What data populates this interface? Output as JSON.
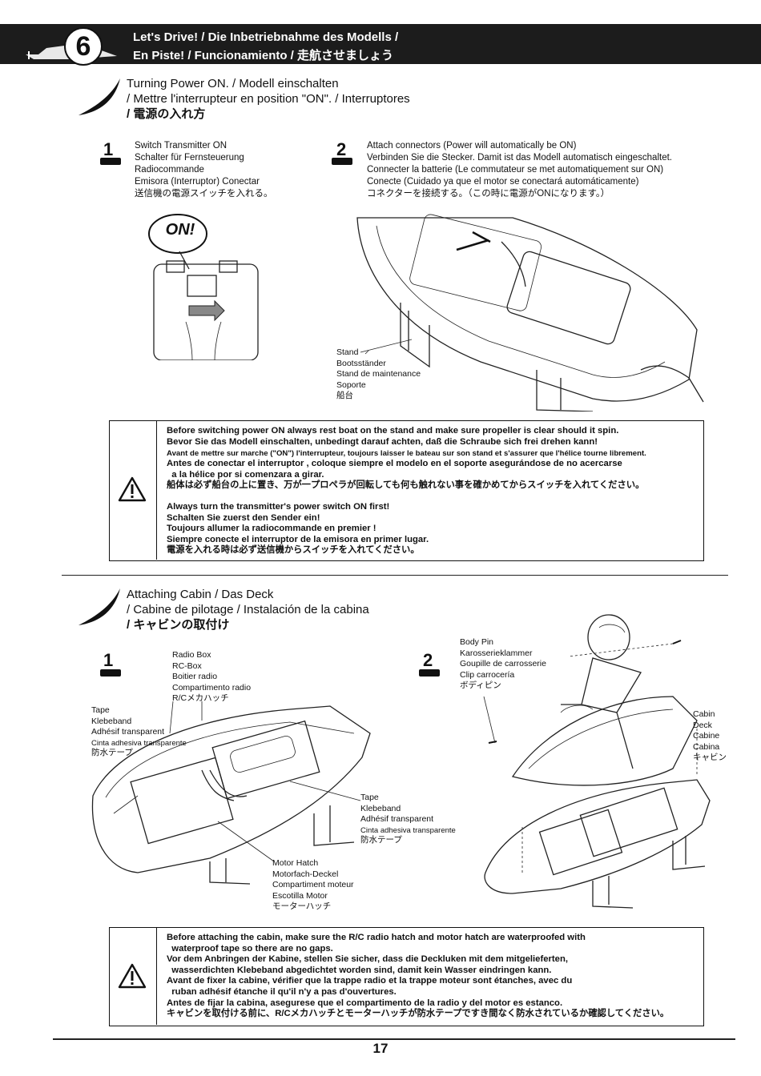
{
  "header": {
    "step_number": "6",
    "title_line1": "Let's Drive! / Die Inbetriebnahme des Modells /",
    "title_line2": "En Piste! / Funcionamiento  / 走航させましょう"
  },
  "section1": {
    "title_line1": "Turning Power ON. / Modell einschalten",
    "title_line2": "/ Mettre l'interrupteur en position \"ON\". / Interruptores",
    "title_line3": "/ 電源の入れ方",
    "step1": {
      "number": "1",
      "text": "Switch Transmitter ON\nSchalter für Fernsteuerung\nRadiocommande\nEmisora (Interruptor) Conectar\n送信機の電源スイッチを入れる。",
      "callout": "ON!"
    },
    "step2": {
      "number": "2",
      "text": "Attach connectors (Power will automatically be ON)\nVerbinden Sie die Stecker. Damit ist das Modell automatisch eingeschaltet.\nConnecter la batterie (Le commutateur se met automatiquement sur ON)\nConecte (Cuidado ya que el motor se conectará automáticamente)\nコネクターを接続する。（この時に電源がONになります。）",
      "stand_label": "Stand\nBootsständer\nStand de maintenance\nSoporte\n船台"
    },
    "warning": {
      "text1": "Before switching power ON always rest boat on the stand and make sure propeller is clear should it spin.\nBevor Sie das Modell einschalten, unbedingt darauf achten, daß die Schraube sich frei drehen kann!",
      "text2": "Avant de mettre sur marche (\"ON\") l'interrupteur, toujours laisser le bateau sur son stand et s'assurer que l'hélice tourne librement.",
      "text3": "Antes de conectar el interruptor , coloque siempre el modelo en el soporte asegurándose de no acercarse\n  a la hélice por si comenzara a girar.\n船体は必ず船台の上に置き、万が一プロペラが回転しても何も触れない事を確かめてからスイッチを入れてください。",
      "text4": "Always turn the transmitter's power switch ON first!\nSchalten Sie zuerst den Sender ein!\nToujours allumer la radiocommande en premier !\nSiempre conecte el interruptor de la emisora en primer lugar.\n電源を入れる時は必ず送信機からスイッチを入れてください。"
    }
  },
  "section2": {
    "title_line1": "Attaching Cabin / Das Deck",
    "title_line2": "/ Cabine de pilotage / Instalación de la cabina",
    "title_line3": "/ キャビンの取付け",
    "step1": {
      "number": "1",
      "radio_box_label": "Radio Box\nRC-Box\nBoitier radio\nCompartimento radio\nR/Cメカハッチ",
      "tape_left_label": "Tape\nKlebeband\nAdhésif transparent",
      "tape_left_label_es": "Cinta adhesiva transparente",
      "tape_left_label_jp": "防水テープ",
      "tape_right_label": "Tape\nKlebeband\nAdhésif transparent",
      "tape_right_label_es": "Cinta adhesiva transparente",
      "tape_right_label_jp": "防水テープ",
      "motor_hatch_label": "Motor Hatch\nMotorfach-Deckel\nCompartiment moteur\nEscotilla Motor\nモーターハッチ"
    },
    "step2": {
      "number": "2",
      "body_pin_label": "Body Pin\nKarosserieklammer\nGoupille de carrosserie\nClip carrocería\nボディピン",
      "cabin_label": "Cabin\nDeck\nCabine\nCabina\nキャビン"
    },
    "warning": {
      "text": "Before attaching the cabin, make sure the R/C radio hatch and motor hatch are waterproofed with\n  waterproof tape so there are no gaps.\nVor dem Anbringen der Kabine, stellen Sie sicher, dass die Deckluken mit dem mitgelieferten,\n  wasserdichten Klebeband abgedichtet worden sind, damit kein Wasser eindringen kann.\nAvant de fixer la cabine, vérifier que la trappe radio et la trappe moteur sont étanches, avec du\n  ruban adhésif étanche il qu'il n'y a pas d'ouvertures.\nAntes de fijar la cabina, asegurese que el compartimento de la radio y del motor es estanco.\nキャビンを取付ける前に、R/Cメカハッチとモーターハッチが防水テープですき間なく防水されているか確認してください。"
    }
  },
  "footer": {
    "page_number": "17"
  }
}
